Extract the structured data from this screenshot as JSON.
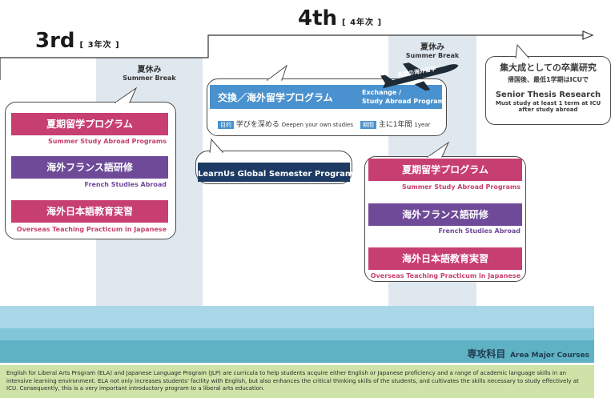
{
  "timeline": {
    "year3": {
      "big": "3rd",
      "small": "[ 3年次 ]"
    },
    "year4": {
      "big": "4th",
      "small": "[ 4年次 ]"
    }
  },
  "breaks": [
    {
      "jp": "夏休み",
      "en": "Summer Break"
    },
    {
      "jp": "夏休み",
      "en": "Summer Break"
    }
  ],
  "left_bubble": {
    "items": [
      {
        "jp": "夏期留学プログラム",
        "en": "Summer Study Abroad Programs",
        "color": "#c73f71"
      },
      {
        "jp": "海外フランス語研修",
        "en": "French Studies Abroad",
        "color": "#6f4a98"
      },
      {
        "jp": "海外日本語教育実習",
        "en": "Overseas Teaching Practicum in Japanese",
        "color": "#c73f71"
      }
    ]
  },
  "exchange": {
    "jp": "交換／海外留学プログラム",
    "en1": "Exchange /",
    "en2": "Study Abroad Program",
    "tag1": "目的",
    "text1": "学びを深める",
    "text1_en": "Deepen your own studies",
    "tag2": "期間",
    "text2": "主に1年間",
    "text2_en": "1year"
  },
  "plane": {
    "label": "長期の海外留学",
    "icon": "airplane-icon"
  },
  "learnus": {
    "label": "LearnUs Global Semester Program"
  },
  "right_bubble": {
    "items": [
      {
        "jp": "夏期留学プログラム",
        "en": "Summer Study Abroad Programs",
        "color": "#c73f71"
      },
      {
        "jp": "海外フランス語研修",
        "en": "French Studies Abroad",
        "color": "#6f4a98"
      },
      {
        "jp": "海外日本語教育実習",
        "en": "Overseas Teaching Practicum in Japanese",
        "color": "#c73f71"
      }
    ]
  },
  "thesis": {
    "jp": "集大成としての卒業研究",
    "jp_sub": "帰国後、最低1学期はICUで",
    "en": "Senior Thesis Research",
    "en_sub1": "Must study at least 1 term at ICU",
    "en_sub2": "after study abroad"
  },
  "area_major": {
    "jp": "専攻科目",
    "en": "Area Major Courses"
  },
  "footer": {
    "text": "English for Liberal Arts Program (ELA) and Japanese Language Program (JLP) are curricula to help students acquire either English or Japanese proficiency and a range of academic language skills in an intensive learning environment. ELA not only increases students' facility with English, but also enhances the critical thinking skills of the students, and cultivates the skills necessary to study effectively at ICU. Consequently, this is a very important introductory program to a liberal arts education."
  },
  "colors": {
    "pink": "#c73f71",
    "purple": "#6f4a98",
    "navy": "#1c3a63",
    "exchange_blue": "#4a92cf",
    "break_col": "#dfe7ef",
    "band_light": "#a9d7e8",
    "band_mid": "#7fc6d9",
    "band_teal": "#5fb2c4",
    "footer_green": "#cfe3a8"
  }
}
